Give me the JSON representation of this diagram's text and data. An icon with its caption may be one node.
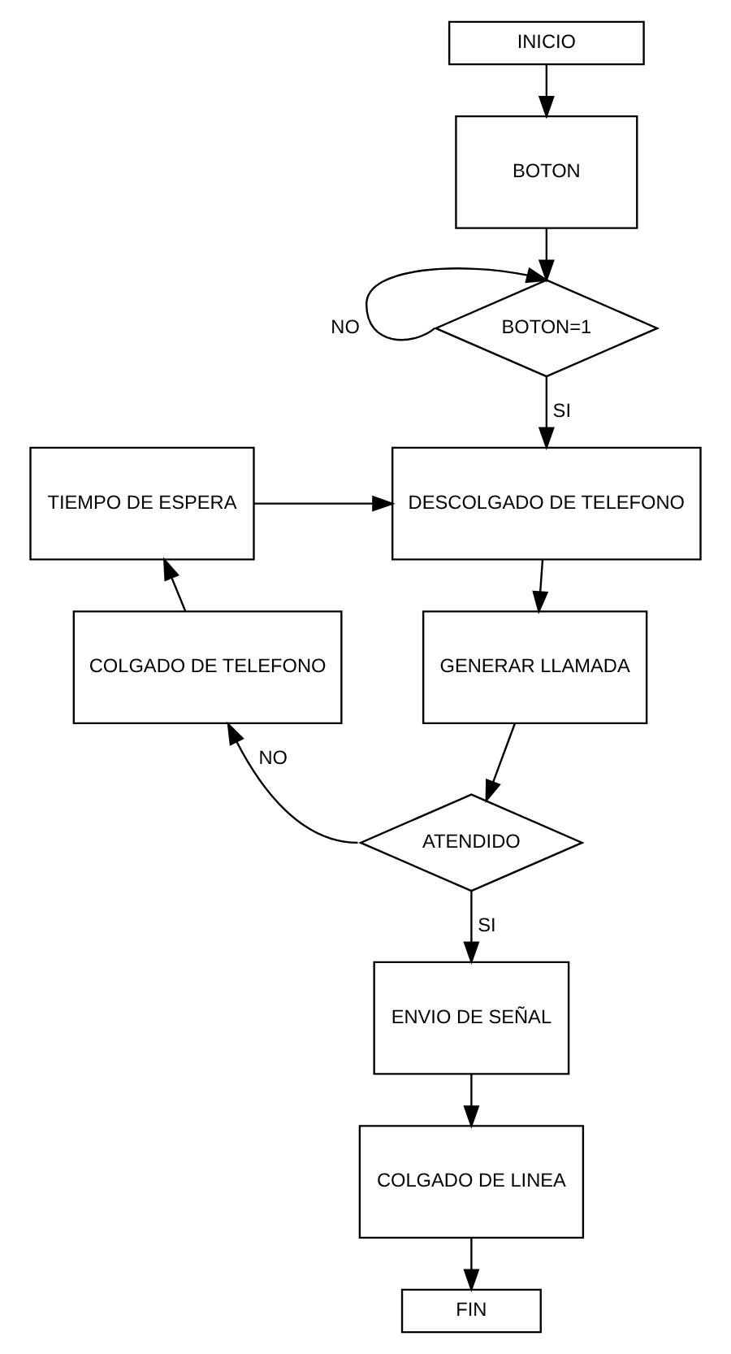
{
  "diagram": {
    "nodes": [
      {
        "text": [
          "INICIO"
        ]
      },
      {
        "text": [
          "BOTON"
        ]
      },
      {
        "text": [
          "BOTON=1"
        ]
      },
      {
        "text": [
          "TIEMPO DE ESPERA"
        ]
      },
      {
        "text": [
          "DESCOLGADO DE TELEFONO"
        ]
      },
      {
        "text": [
          "COLGADO DE TELEFONO"
        ]
      },
      {
        "text": [
          "GENERAR LLAMADA"
        ]
      },
      {
        "text": [
          "ATENDIDO"
        ]
      },
      {
        "text": [
          "ENVIO DE SEÑAL"
        ]
      },
      {
        "text": [
          "COLGADO DE LINEA"
        ]
      },
      {
        "text": [
          "FIN"
        ]
      }
    ],
    "edges": [
      {
        "from": 0,
        "to": 1,
        "arrow": "to"
      },
      {
        "from": 1,
        "to": 2,
        "arrow": "to"
      },
      {
        "from": 2,
        "to": 2,
        "arrow": "to",
        "label": "NO"
      },
      {
        "from": 2,
        "to": 4,
        "arrow": "to",
        "label": "SI"
      },
      {
        "from": 5,
        "to": 3,
        "arrow": "to"
      },
      {
        "from": 3,
        "to": 4,
        "arrow": "to"
      },
      {
        "from": 4,
        "to": 6,
        "arrow": "to"
      },
      {
        "from": 6,
        "to": 7,
        "arrow": "to"
      },
      {
        "from": 7,
        "to": 5,
        "arrow": "to",
        "label": "NO"
      },
      {
        "from": 7,
        "to": 8,
        "arrow": "to",
        "label": "SI"
      },
      {
        "from": 8,
        "to": 9,
        "arrow": "to"
      },
      {
        "from": 9,
        "to": 10,
        "arrow": "to"
      }
    ]
  }
}
